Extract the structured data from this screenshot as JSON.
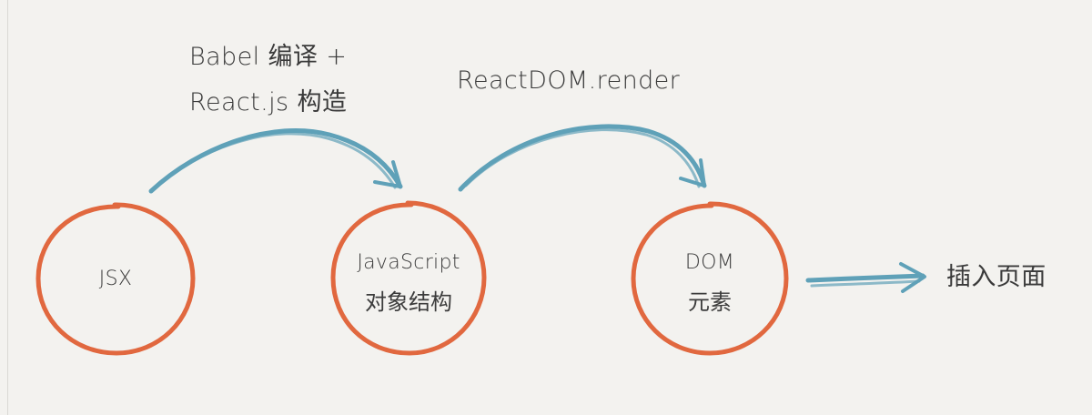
{
  "diagram": {
    "nodes": [
      {
        "id": "jsx",
        "line1": "JSX",
        "line2": ""
      },
      {
        "id": "js-object",
        "line1": "JavaScript",
        "line2": "对象结构"
      },
      {
        "id": "dom",
        "line1": "DOM",
        "line2": "元素"
      }
    ],
    "edges": [
      {
        "from": "jsx",
        "to": "js-object",
        "label_line1": "Babel 编译 +",
        "label_line2": "React.js 构造"
      },
      {
        "from": "js-object",
        "to": "dom",
        "label_line1": "ReactDOM.render",
        "label_line2": ""
      },
      {
        "from": "dom",
        "to": "insert-page",
        "label_line1": "",
        "label_line2": ""
      }
    ],
    "final_target": {
      "label": "插入页面"
    }
  },
  "colors": {
    "background": "#f3f2ef",
    "node_stroke": "#e1683f",
    "arrow": "#5fa1b8",
    "text": "#3a3a3a"
  }
}
